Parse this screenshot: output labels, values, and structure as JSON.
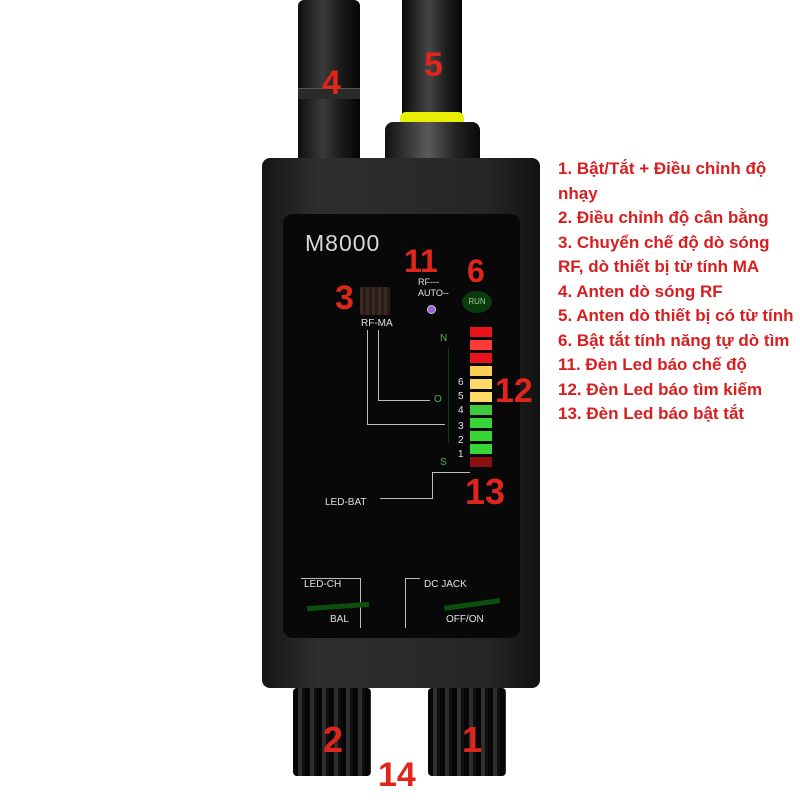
{
  "device": {
    "model": "M8000",
    "labels": {
      "rf_auto": "RF---\nAUTO--",
      "run": "RUN",
      "rf_ma": "RF-MA",
      "n": "N",
      "o": "O",
      "s": "S",
      "led_bat": "LED-BAT",
      "led_ch": "LED-CH",
      "bal": "BAL",
      "dc_jack": "DC  JACK",
      "off_on": "OFF/ON",
      "scale": [
        "6",
        "5",
        "4",
        "3",
        "2",
        "1"
      ]
    },
    "led_colors": [
      "#e8131c",
      "#ff3b3b",
      "#e8131c",
      "#ffcf55",
      "#ffd966",
      "#ffd966",
      "#3ec93e",
      "#35d635",
      "#35d635",
      "#35d635",
      "#8a1010"
    ]
  },
  "callouts": {
    "c4": "4",
    "c5": "5",
    "c11": "11",
    "c6": "6",
    "c3": "3",
    "c12": "12",
    "c13": "13",
    "c2": "2",
    "c1": "1",
    "c14": "14"
  },
  "legend": [
    "1. Bật/Tắt + Điều chỉnh độ nhạy",
    "2. Điều chỉnh độ cân bằng",
    "3. Chuyển chế độ dò sóng RF, dò thiết bị từ tính MA",
    "4. Anten dò sóng RF",
    "5. Anten dò thiết bị có từ tính",
    "6. Bật tắt tính năng tự dò tìm",
    "11. Đèn Led báo chế độ",
    "12. Đèn Led báo tìm kiếm",
    "13. Đèn Led báo bật tắt"
  ]
}
